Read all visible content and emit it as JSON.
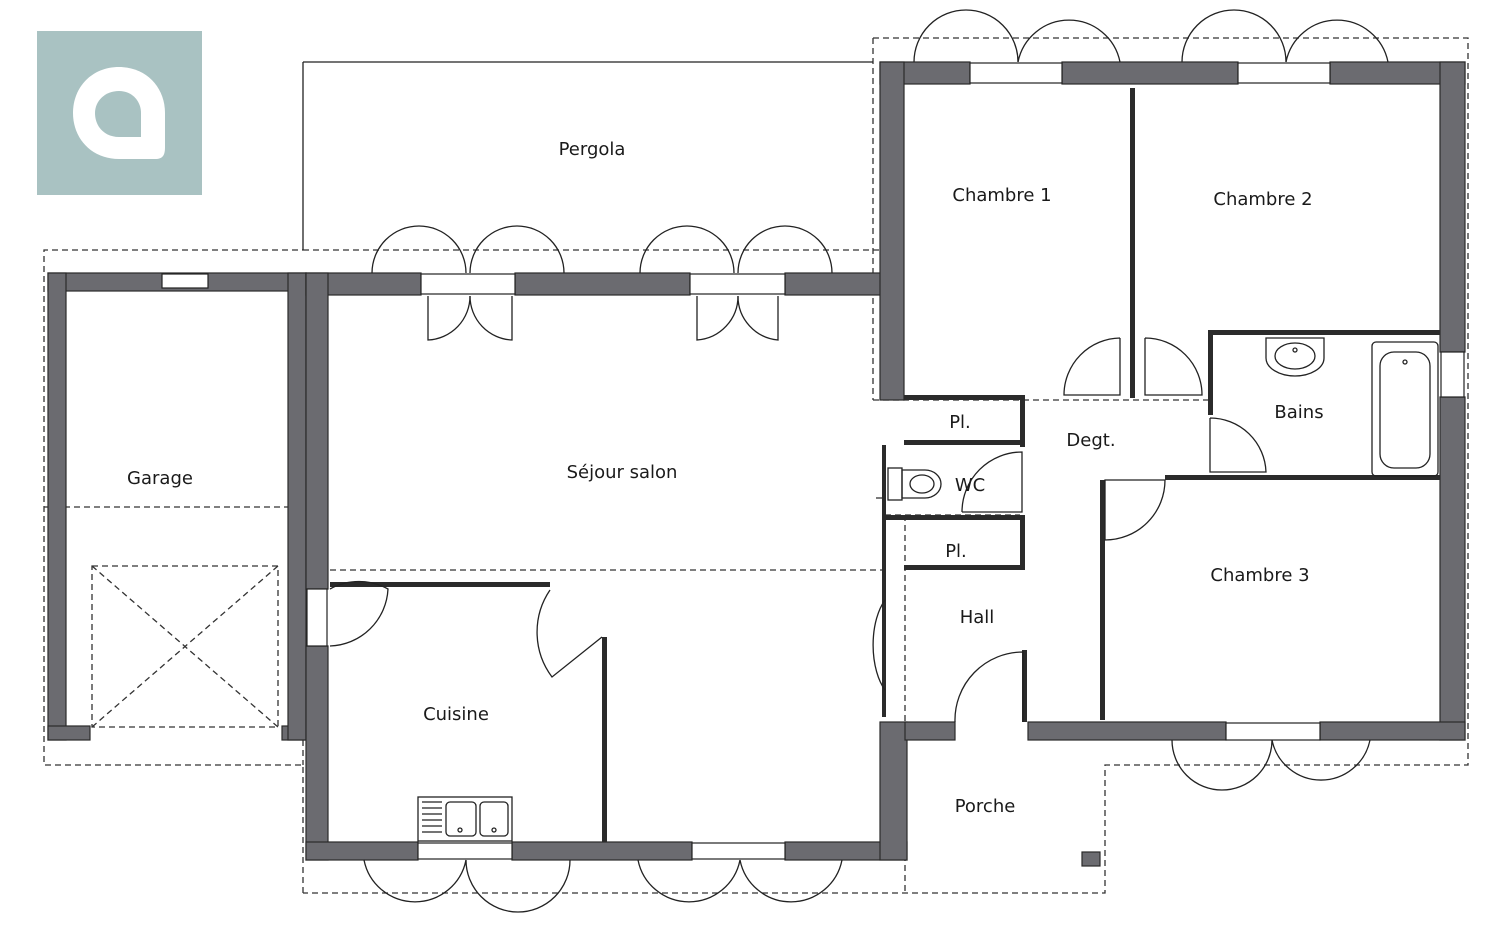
{
  "logo": {
    "icon": "brand-a-icon",
    "background": "#a9c2c2",
    "foreground": "#ffffff"
  },
  "rooms": {
    "pergola": "Pergola",
    "chambre1": "Chambre 1",
    "chambre2": "Chambre 2",
    "garage": "Garage",
    "sejour": "Séjour salon",
    "pl1": "Pl.",
    "degt": "Degt.",
    "bains": "Bains",
    "wc": "WC",
    "pl2": "Pl.",
    "chambre3": "Chambre 3",
    "hall": "Hall",
    "cuisine": "Cuisine",
    "porche": "Porche"
  },
  "colors": {
    "wall": "#6b6b70",
    "line": "#222222"
  }
}
